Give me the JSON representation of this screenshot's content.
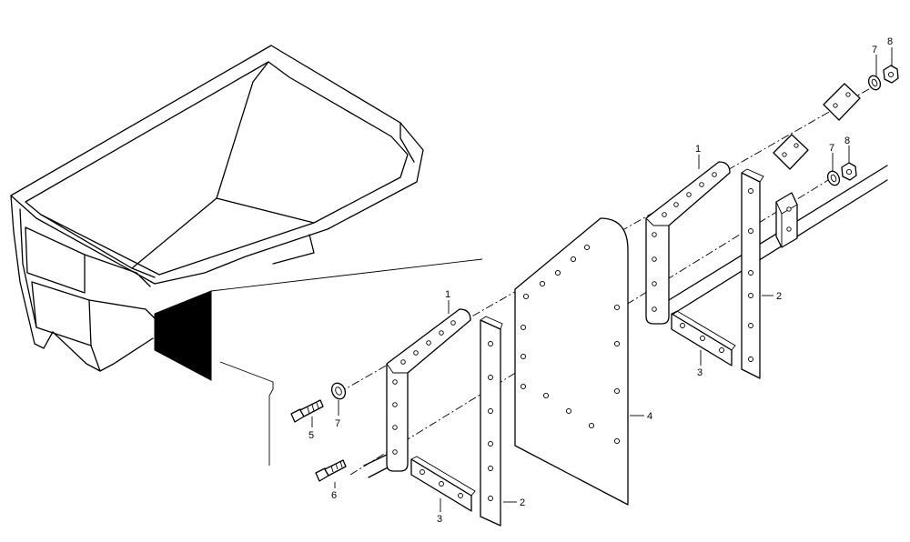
{
  "callouts": {
    "c1a": "1",
    "c1b": "1",
    "c2a": "2",
    "c2b": "2",
    "c3a": "3",
    "c3b": "3",
    "c4": "4",
    "c5": "5",
    "c6": "6",
    "c7a": "7",
    "c7b": "7",
    "c7c": "7",
    "c8a": "8",
    "c8b": "8"
  }
}
